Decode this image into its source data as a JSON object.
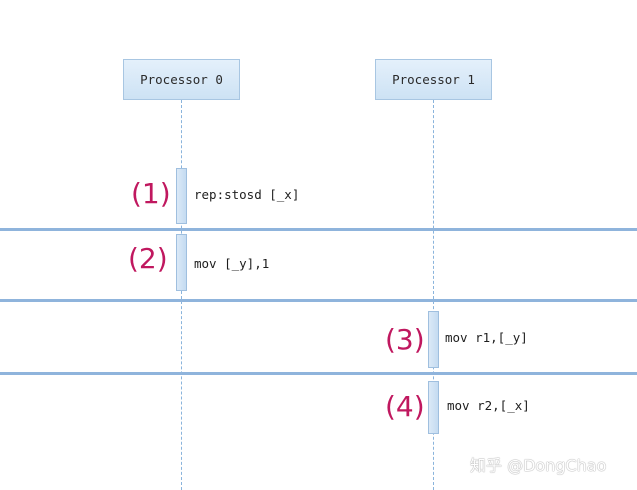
{
  "diagram": {
    "type": "sequence",
    "participants": [
      {
        "label": "Processor 0"
      },
      {
        "label": "Processor 1"
      }
    ],
    "steps": [
      {
        "number": "(1)",
        "processor": "Processor 0",
        "instruction": "rep:stosd [_x]"
      },
      {
        "number": "(2)",
        "processor": "Processor 0",
        "instruction": "mov [_y],1"
      },
      {
        "number": "(3)",
        "processor": "Processor 1",
        "instruction": "mov r1,[_y]"
      },
      {
        "number": "(4)",
        "processor": "Processor 1",
        "instruction": "mov r2,[_x]"
      }
    ]
  },
  "watermark": "知乎 @DongChao",
  "colors": {
    "step_number": "#c0185f",
    "separator": "#8fb4dc",
    "box_fill": "#d6e7f7"
  }
}
